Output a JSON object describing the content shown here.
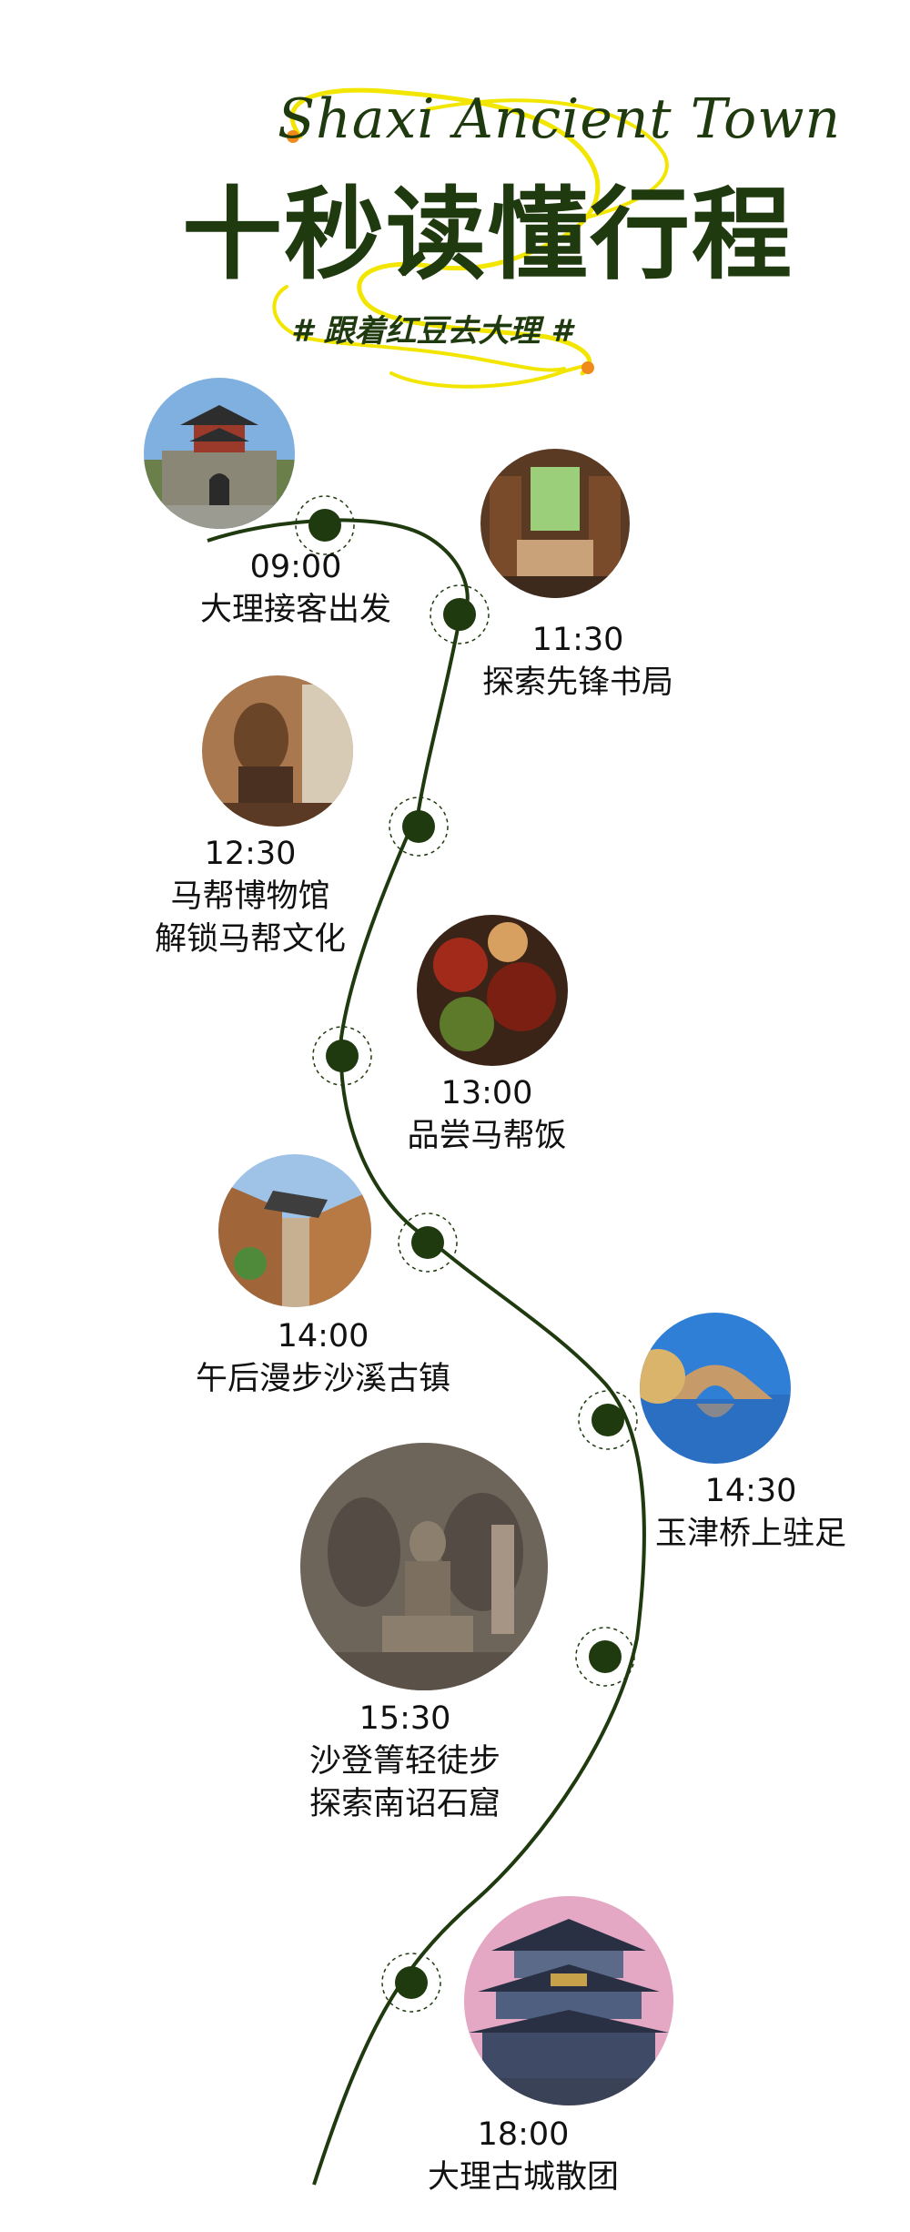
{
  "header": {
    "script_title": "Shaxi Ancient Town",
    "main_title": "十秒读懂行程",
    "subtitle": "#  跟着红豆去大理  #"
  },
  "colors": {
    "accent_dark_green": "#1f3a0e",
    "highlight_yellow": "#f2e600",
    "dot_orange": "#f08a1a"
  },
  "stops": [
    {
      "time": "09:00",
      "lines": [
        "大理接客出发"
      ],
      "photo": "dali-city-gate"
    },
    {
      "time": "11:30",
      "lines": [
        "探索先锋书局"
      ],
      "photo": "bookstore-interior"
    },
    {
      "time": "12:30",
      "lines": [
        "马帮博物馆",
        "解锁马帮文化"
      ],
      "photo": "caravan-museum"
    },
    {
      "time": "13:00",
      "lines": [
        "品尝马帮饭"
      ],
      "photo": "caravan-meal"
    },
    {
      "time": "14:00",
      "lines": [
        "午后漫步沙溪古镇"
      ],
      "photo": "shaxi-old-street"
    },
    {
      "time": "14:30",
      "lines": [
        "玉津桥上驻足"
      ],
      "photo": "yujin-bridge"
    },
    {
      "time": "15:30",
      "lines": [
        "沙登箐轻徒步",
        "探索南诏石窟"
      ],
      "photo": "nanzhao-grottoes"
    },
    {
      "time": "18:00",
      "lines": [
        "大理古城散团"
      ],
      "photo": "dali-ancient-city-tower"
    }
  ]
}
